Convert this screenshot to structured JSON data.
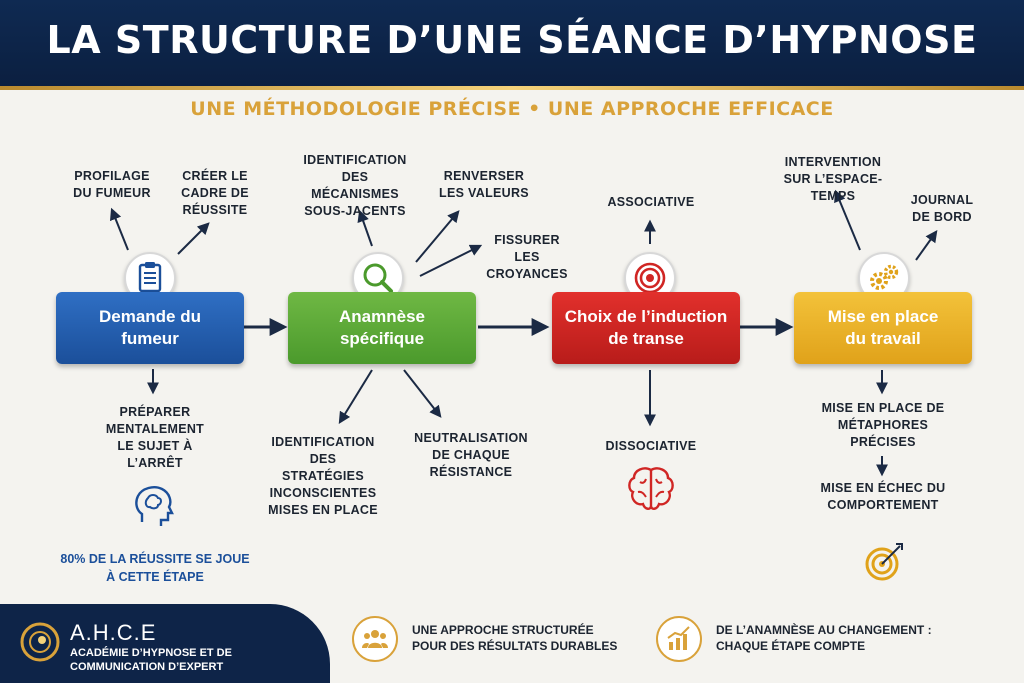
{
  "header": {
    "title": "LA STRUCTURE D’UNE SÉANCE D’HYPNOSE"
  },
  "subtitle": "UNE MÉTHODOLOGIE PRÉCISE • UNE APPROCHE EFFICACE",
  "steps": [
    {
      "label": "Demande du fumeur",
      "color": "#2060b0",
      "icon": "clipboard-icon"
    },
    {
      "label": "Anamnèse spécifique",
      "color": "#5aa835",
      "icon": "magnifier-icon"
    },
    {
      "label": "Choix de l’induction de transe",
      "color": "#d02624",
      "icon": "target-icon"
    },
    {
      "label": "Mise en place du travail",
      "color": "#eab02a",
      "icon": "gears-icon"
    }
  ],
  "labels": {
    "s1_top_a": "PROFILAGE DU FUMEUR",
    "s1_top_b": "CRÉER LE CADRE DE RÉUSSITE",
    "s1_bottom": "PRÉPARER MENTALEMENT LE SUJET À L’ARRÊT",
    "s1_note": "80% DE LA RÉUSSITE SE JOUE À CETTE ÉTAPE",
    "s2_top_a": "IDENTIFICATION DES MÉCANISMES SOUS-JACENTS",
    "s2_top_b": "RENVERSER LES VALEURS",
    "s2_top_c": "FISSURER LES CROYANCES",
    "s2_bottom_a": "IDENTIFICATION DES STRATÉGIES INCONSCIENTES MISES EN PLACE",
    "s2_bottom_b": "NEUTRALISATION DE CHAQUE RÉSISTANCE",
    "s3_top": "ASSOCIATIVE",
    "s3_bottom": "DISSOCIATIVE",
    "s4_top_a": "INTERVENTION SUR L’ESPACE-TEMPS",
    "s4_top_b": "JOURNAL DE BORD",
    "s4_bottom_a": "MISE EN PLACE DE MÉTAPHORES PRÉCISES",
    "s4_bottom_b": "MISE EN ÉCHEC DU COMPORTEMENT"
  },
  "footer": {
    "brand": "A.H.C.E",
    "brand_sub": "ACADÉMIE D’HYPNOSE ET DE COMMUNICATION D’EXPERT",
    "feature_1": "UNE APPROCHE STRUCTURÉE POUR DES RÉSULTATS DURABLES",
    "feature_2": "DE L’ANAMNÈSE AU CHANGEMENT : CHAQUE ÉTAPE COMPTE"
  }
}
